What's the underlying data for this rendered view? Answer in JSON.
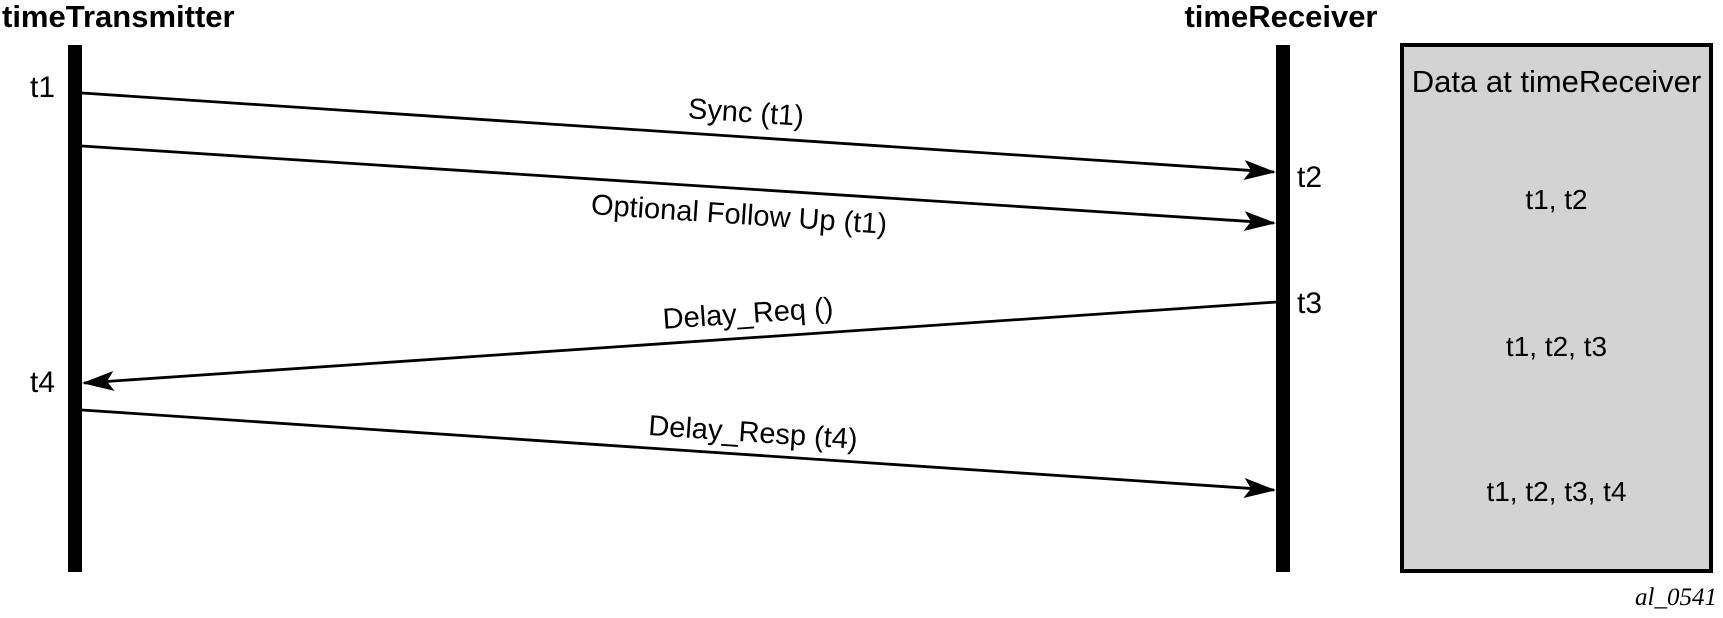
{
  "lifelines": {
    "transmitter": {
      "title": "timeTransmitter"
    },
    "receiver": {
      "title": "timeReceiver"
    }
  },
  "timestamps": {
    "t1": "t1",
    "t2": "t2",
    "t3": "t3",
    "t4": "t4"
  },
  "messages": [
    {
      "name": "sync",
      "label": "Sync (t1)",
      "from": "timeTransmitter",
      "to": "timeReceiver"
    },
    {
      "name": "follow-up",
      "label": "Optional Follow Up (t1)",
      "from": "timeTransmitter",
      "to": "timeReceiver"
    },
    {
      "name": "delay-req",
      "label": "Delay_Req ()",
      "from": "timeReceiver",
      "to": "timeTransmitter"
    },
    {
      "name": "delay-resp",
      "label": "Delay_Resp (t4)",
      "from": "timeTransmitter",
      "to": "timeReceiver"
    }
  ],
  "data_box": {
    "title": "Data at timeReceiver",
    "rows": [
      "t1, t2",
      "t1, t2, t3",
      "t1, t2, t3, t4"
    ]
  },
  "figure_id": "al_0541",
  "colors": {
    "line": "#000000",
    "lifeline": "#000000",
    "box_fill": "#d3d3d3",
    "box_border": "#000000"
  }
}
